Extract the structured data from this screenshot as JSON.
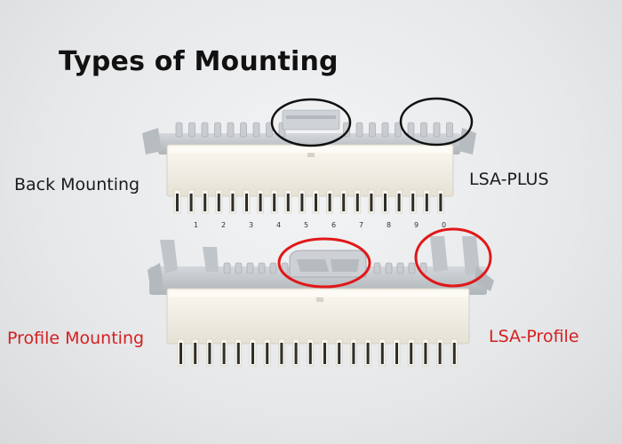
{
  "title": "Types of Mounting",
  "labels": {
    "back_mounting": "Back Mounting",
    "lsa_plus": "LSA-PLUS",
    "profile_mounting": "Profile Mounting",
    "lsa_profile": "LSA-Profile"
  },
  "contact_numbers": [
    "1",
    "2",
    "3",
    "4",
    "5",
    "6",
    "7",
    "8",
    "9",
    "0"
  ],
  "colors": {
    "caption_black": "#1b1b1b",
    "caption_red": "#d42020",
    "highlight_black": "#111111",
    "highlight_red": "#e01818",
    "module_body": "#f3efe6",
    "mount_frame": "#c4c9cd"
  }
}
